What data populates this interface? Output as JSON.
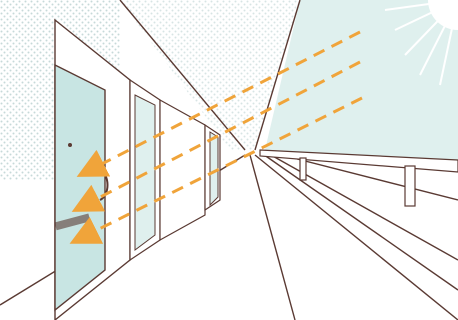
{
  "scene": {
    "elements": [
      {
        "name": "sky",
        "icon": "sky-panel"
      },
      {
        "name": "sun",
        "icon": "sun-icon"
      },
      {
        "name": "door",
        "icon": "door-icon"
      },
      {
        "name": "light-rays",
        "icon": "arrow-icon",
        "count": 3
      }
    ]
  },
  "colors": {
    "line": "#5a3a33",
    "teal": "#c8e5e3",
    "teal_light": "#dff0ee",
    "wall": "#ffffff",
    "dots": "#c7d9d9",
    "ray": "#f0a43a"
  }
}
